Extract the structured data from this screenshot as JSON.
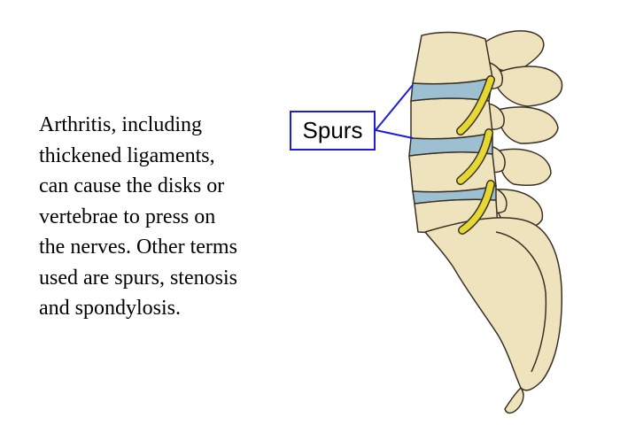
{
  "body": {
    "lines": [
      "Arthritis, including",
      "thickened ligaments,",
      "can cause the disks or",
      "vertebrae to press on",
      "the nerves. Other terms",
      "used are spurs, stenosis",
      "and spondylosis."
    ]
  },
  "callout": {
    "label": "Spurs",
    "border_color": "#1c1ce0"
  },
  "illustration": {
    "subject": "lumbar-spine-with-sacrum-and-coccyx",
    "bone_color": "#efe3bd",
    "disk_color": "#9cc0d2",
    "nerve_color": "#e6d832"
  }
}
